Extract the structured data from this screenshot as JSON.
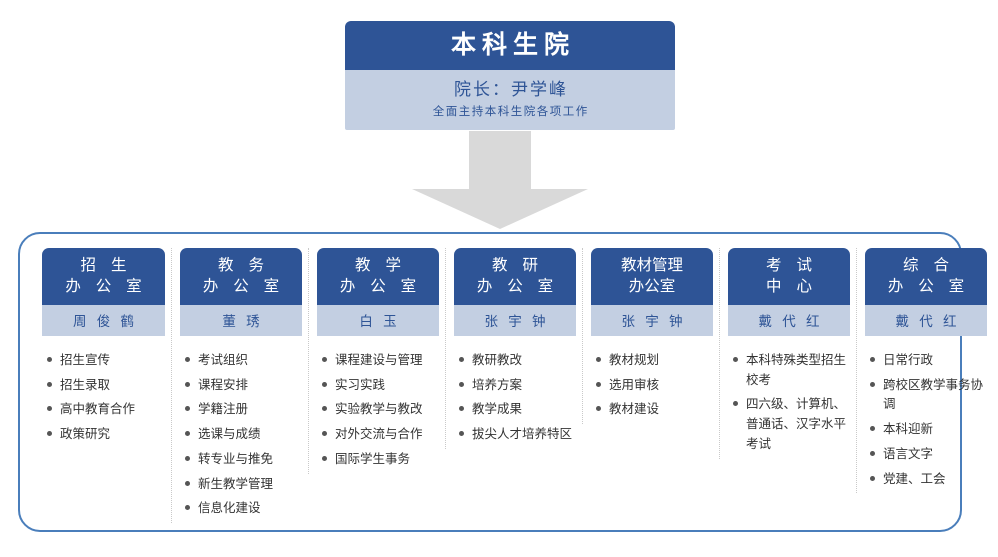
{
  "colors": {
    "primary_dark_blue": "#2E5496",
    "light_blue_band": "#C3CFE2",
    "container_border_blue": "#4A7EBB",
    "arrow_gray": "#D9D9D9",
    "body_text": "#333333"
  },
  "header": {
    "title": "本科生院",
    "leader": "院长：尹学峰",
    "duty": "全面主持本科生院各项工作"
  },
  "arrow": {
    "icon": "down-arrow-icon",
    "direction": "down"
  },
  "departments": [
    {
      "title_line1": "招 生",
      "title_line2": "办 公 室",
      "head": "周 俊 鹤",
      "tight": false,
      "items": [
        "招生宣传",
        "招生录取",
        "高中教育合作",
        "政策研究"
      ]
    },
    {
      "title_line1": "教 务",
      "title_line2": "办 公 室",
      "head": "董 琇",
      "tight": false,
      "items": [
        "考试组织",
        "课程安排",
        "学籍注册",
        "选课与成绩",
        "转专业与推免",
        "新生教学管理",
        "信息化建设"
      ]
    },
    {
      "title_line1": "教 学",
      "title_line2": "办 公 室",
      "head": "白 玉",
      "tight": false,
      "items": [
        "课程建设与管理",
        "实习实践",
        "实验教学与教改",
        "对外交流与合作",
        "国际学生事务"
      ]
    },
    {
      "title_line1": "教 研",
      "title_line2": "办 公 室",
      "head": "张 宇 钟",
      "tight": false,
      "items": [
        "教研教改",
        "培养方案",
        "教学成果",
        "拔尖人才培养特区"
      ]
    },
    {
      "title_line1": "教材管理",
      "title_line2": "办公室",
      "head": "张 宇 钟",
      "tight": true,
      "items": [
        "教材规划",
        "选用审核",
        "教材建设"
      ]
    },
    {
      "title_line1": "考 试",
      "title_line2": "中 心",
      "head": "戴 代 红",
      "tight": false,
      "items": [
        "本科特殊类型招生校考",
        "四六级、计算机、普通话、汉字水平考试"
      ]
    },
    {
      "title_line1": "综 合",
      "title_line2": "办 公 室",
      "head": "戴 代 红",
      "tight": false,
      "items": [
        "日常行政",
        "跨校区教学事务协调",
        "本科迎新",
        "语言文字",
        "党建、工会"
      ]
    }
  ]
}
